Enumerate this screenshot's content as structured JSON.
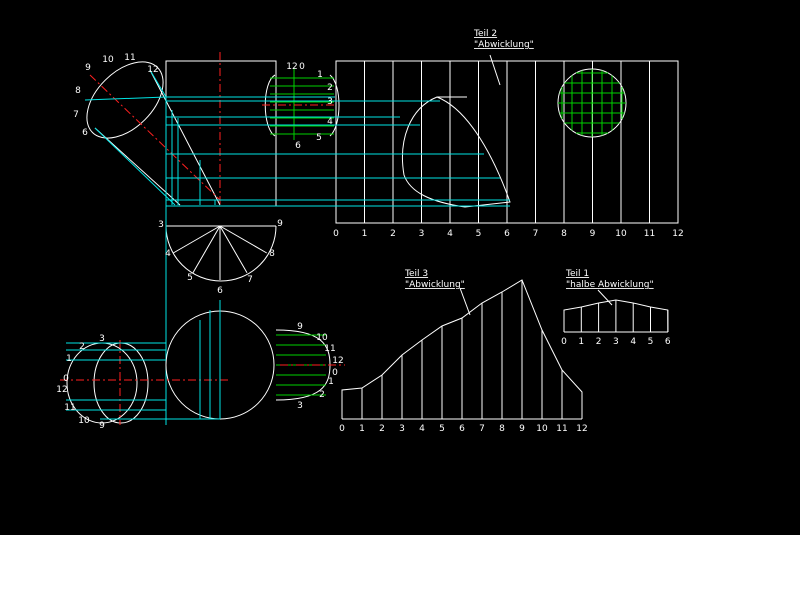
{
  "colors": {
    "background": "#000000",
    "outline": "#ffffff",
    "projection": "#00e5e5",
    "grid": "#00d000",
    "centerline": "#ff2020",
    "below_canvas": "#ffffff"
  },
  "labels": {
    "teil2_title": "Teil 2",
    "teil2_sub": "\"Abwicklung\"",
    "teil3_title": "Teil 3",
    "teil3_sub": "\"Abwicklung\"",
    "teil1_title": "Teil 1",
    "teil1_sub": "\"halbe Abwicklung\""
  },
  "scales": {
    "teil2": [
      "0",
      "1",
      "2",
      "3",
      "4",
      "5",
      "6",
      "7",
      "8",
      "9",
      "10",
      "11",
      "12"
    ],
    "teil3": [
      "0",
      "1",
      "2",
      "3",
      "4",
      "5",
      "6",
      "7",
      "8",
      "9",
      "10",
      "11",
      "12"
    ],
    "teil1": [
      "0",
      "1",
      "2",
      "3",
      "4",
      "5",
      "6"
    ]
  },
  "point_labels": {
    "branch_end": [
      "9",
      "10",
      "11",
      "12",
      "8",
      "7",
      "6"
    ],
    "top_circle": [
      "12",
      "0",
      "1",
      "2",
      "3",
      "4",
      "5",
      "6"
    ],
    "half_circle": [
      "3",
      "4",
      "5",
      "6",
      "7",
      "8",
      "9"
    ],
    "left_circle": [
      "3",
      "2",
      "1",
      "0",
      "12",
      "11",
      "10",
      "9"
    ],
    "right_circle": [
      "9",
      "10",
      "11",
      "12",
      "0",
      "1",
      "2",
      "3"
    ]
  }
}
